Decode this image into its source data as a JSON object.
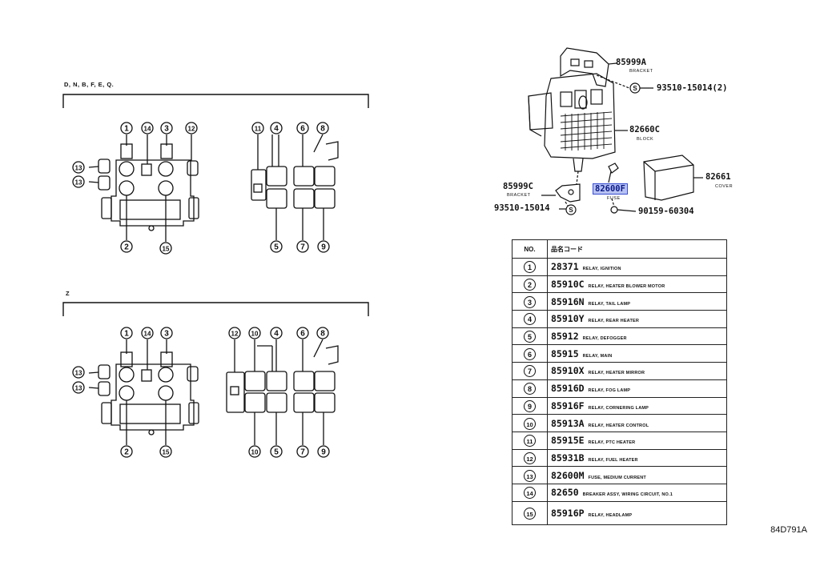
{
  "sections": [
    {
      "label": "D, N, B, F, E, Q."
    },
    {
      "label": "Z"
    }
  ],
  "callouts": {
    "bracket_top": {
      "part": "85999A",
      "sub": "BRACKET"
    },
    "bolt_top": {
      "part": "93510-15014(2)"
    },
    "block": {
      "part": "82660C",
      "sub": "BLOCK"
    },
    "cover": {
      "part": "82661",
      "sub": "COVER"
    },
    "bracket_bottom": {
      "part": "85999C",
      "sub": "BRACKET"
    },
    "fuse": {
      "part": "82600F",
      "sub": "FUSE"
    },
    "bolt_bottom": {
      "part": "93510-15014"
    },
    "screw": {
      "part": "90159-60304"
    }
  },
  "table": {
    "header_no": "NO.",
    "header_code": "品名コード",
    "rows": [
      {
        "no": "1",
        "part": "28371",
        "desc": "RELAY, IGNITION"
      },
      {
        "no": "2",
        "part": "85910C",
        "desc": "RELAY, HEATER BLOWER MOTOR"
      },
      {
        "no": "3",
        "part": "85916N",
        "desc": "RELAY, TAIL LAMP"
      },
      {
        "no": "4",
        "part": "85910Y",
        "desc": "RELAY, REAR HEATER"
      },
      {
        "no": "5",
        "part": "85912",
        "desc": "RELAY, DEFOGGER"
      },
      {
        "no": "6",
        "part": "85915",
        "desc": "RELAY, MAIN"
      },
      {
        "no": "7",
        "part": "85910X",
        "desc": "RELAY, HEATER MIRROR"
      },
      {
        "no": "8",
        "part": "85916D",
        "desc": "RELAY, FOG LAMP"
      },
      {
        "no": "9",
        "part": "85916F",
        "desc": "RELAY, CORNERING LAMP"
      },
      {
        "no": "10",
        "part": "85913A",
        "desc": "RELAY, HEATER CONTROL"
      },
      {
        "no": "11",
        "part": "85915E",
        "desc": "RELAY, PTC HEATER"
      },
      {
        "no": "12",
        "part": "85931B",
        "desc": "RELAY, FUEL HEATER"
      },
      {
        "no": "13",
        "part": "82600M",
        "desc": "FUSE, MEDIUM CURRENT"
      },
      {
        "no": "14",
        "part": "82650",
        "desc": "BREAKER ASSY, WIRING CIRCUIT, NO.1"
      },
      {
        "no": "15",
        "part": "85916P",
        "desc": "RELAY, HEADLAMP"
      }
    ]
  },
  "diagram_code": "84D791A"
}
